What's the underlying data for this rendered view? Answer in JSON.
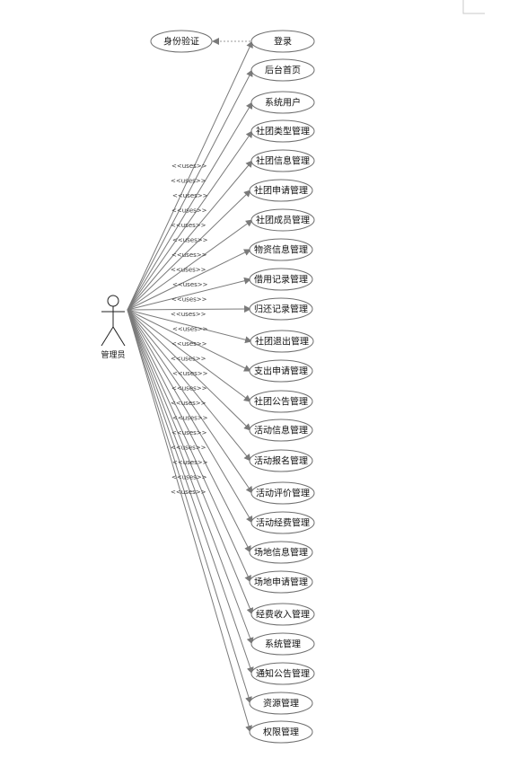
{
  "actor": {
    "label": "管理员"
  },
  "include_target": {
    "label": "身份验证"
  },
  "use_cases": [
    "登录",
    "后台首页",
    "系统用户",
    "社团类型管理",
    "社团信息管理",
    "社团申请管理",
    "社团成员管理",
    "物资信息管理",
    "借用记录管理",
    "归还记录管理",
    "社团退出管理",
    "支出申请管理",
    "社团公告管理",
    "活动信息管理",
    "活动报名管理",
    "活动评价管理",
    "活动经费管理",
    "场地信息管理",
    "场地申请管理",
    "经费收入管理",
    "系统管理",
    "通知公告管理",
    "资源管理",
    "权限管理"
  ],
  "stereotype": "<<uses>>",
  "stereotype_count": 23,
  "colors": {
    "line": "#7a7a7a",
    "ellipse_stroke": "#6f6f6f",
    "text": "#111111"
  }
}
